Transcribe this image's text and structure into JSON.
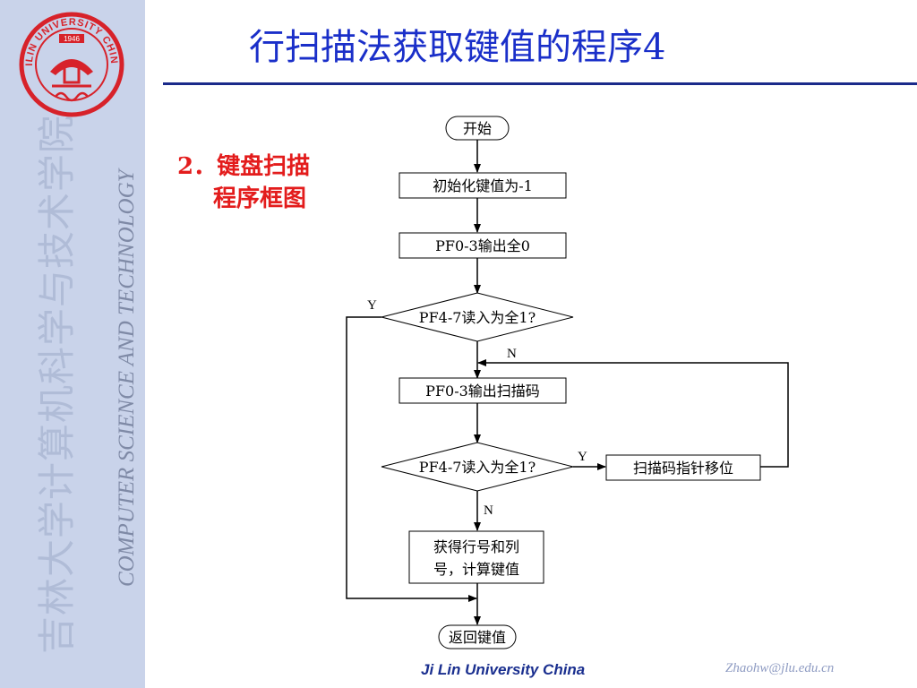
{
  "colors": {
    "title": "#1a2fc9",
    "subtitle": "#e31c1c",
    "sidebar": "#c9d3ea",
    "logo": "#d7222a",
    "footer": "#1a2f8f"
  },
  "sidebar": {
    "logo_name": "JILIN UNIVERSITY CHINA",
    "logo_year": "1946",
    "school_cn": "吉林大学计算机科学与技术学院",
    "school_en": "COMPUTER SCIENCE AND TECHNOLOGY"
  },
  "slide": {
    "title": "行扫描法获取键值的程序4",
    "subtitle_line1": "2．键盘扫描",
    "subtitle_line2": "程序框图"
  },
  "flowchart": {
    "start": "开始",
    "init": "初始化键值为-1",
    "output_all_zero": "PF0-3输出全0",
    "decision1": "PF4-7读入为全1?",
    "decision1_yes": "Y",
    "decision1_no": "N",
    "output_scan": "PF0-3输出扫描码",
    "decision2": "PF4-7读入为全1?",
    "decision2_yes": "Y",
    "decision2_no": "N",
    "shift": "扫描码指针移位",
    "compute_line1": "获得行号和列",
    "compute_line2": "号，计算键值",
    "end": "返回键值"
  },
  "footer": {
    "university": "Ji Lin University China",
    "email": "Zhaohw@jlu.edu.cn"
  }
}
